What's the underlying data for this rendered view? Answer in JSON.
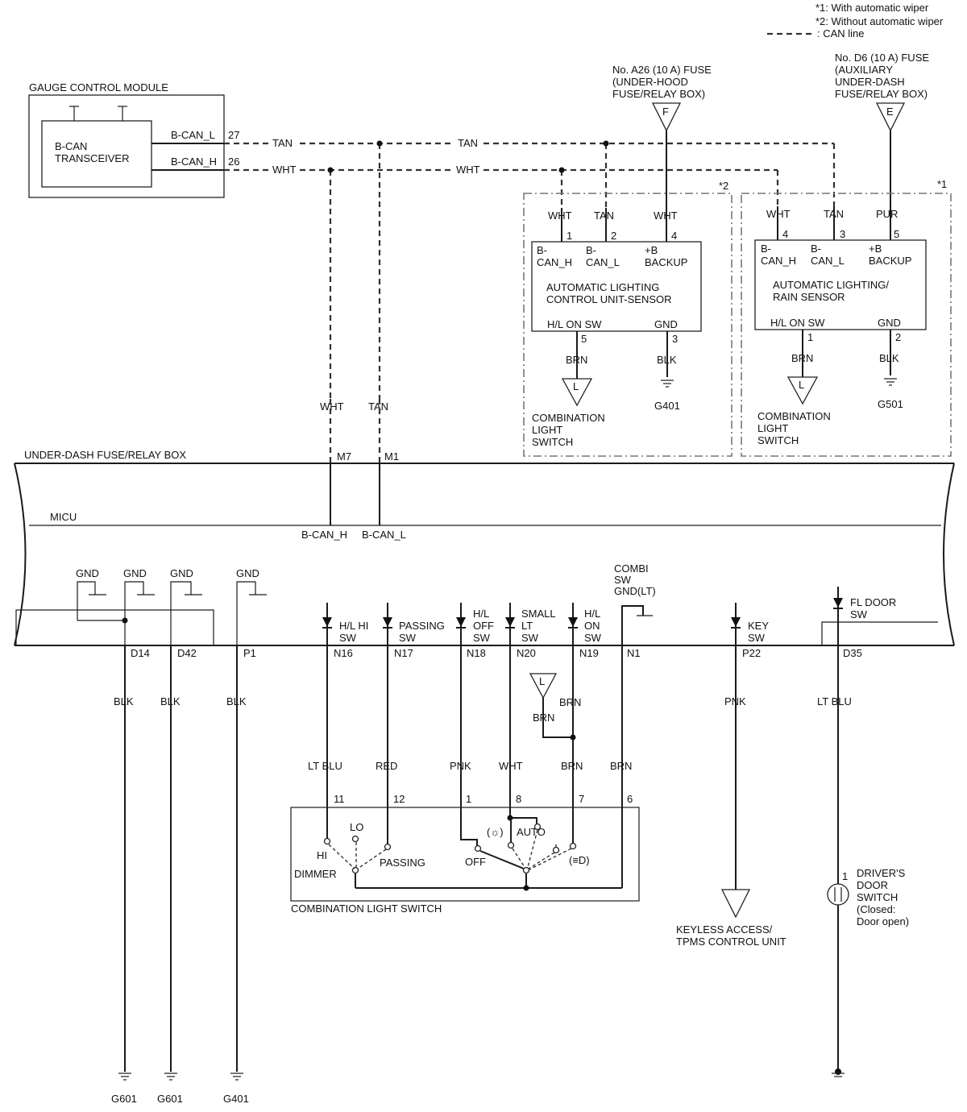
{
  "notes": {
    "n1": "*1: With automatic wiper",
    "n2": "*2: Without automatic wiper",
    "n3": ": CAN line"
  },
  "gauge": {
    "title": "GAUGE CONTROL MODULE",
    "transceiver_l1": "B-CAN",
    "transceiver_l2": "TRANSCEIVER",
    "pin_l_name": "B-CAN_L",
    "pin_l_no": "27",
    "pin_h_name": "B-CAN_H",
    "pin_h_no": "26"
  },
  "can_wires": {
    "tan": "TAN",
    "wht": "WHT"
  },
  "fuse_a26": {
    "l1": "No. A26 (10 A) FUSE",
    "l2": "(UNDER-HOOD",
    "l3": "FUSE/RELAY BOX)",
    "tag": "F"
  },
  "fuse_d6": {
    "l1": "No. D6 (10 A) FUSE",
    "l2": "(AUXILIARY",
    "l3": "UNDER-DASH",
    "l4": "FUSE/RELAY BOX)",
    "tag": "E"
  },
  "sensor2": {
    "mark": "*2",
    "w1": "WHT",
    "w2": "TAN",
    "w3": "WHT",
    "p1": "1",
    "p2": "2",
    "p3": "4",
    "pin1a": "B-",
    "pin1b": "CAN_H",
    "pin2a": "B-",
    "pin2b": "CAN_L",
    "pin3a": "+B",
    "pin3b": "BACKUP",
    "name1": "AUTOMATIC LIGHTING",
    "name2": "CONTROL UNIT-SENSOR",
    "sw": "H/L ON SW",
    "gnd": "GND",
    "p5": "5",
    "p6": "3",
    "w5": "BRN",
    "w6": "BLK",
    "tag": "L",
    "dest1": "COMBINATION",
    "dest2": "LIGHT",
    "dest3": "SWITCH",
    "ground": "G401"
  },
  "sensor1": {
    "mark": "*1",
    "w1": "WHT",
    "w2": "TAN",
    "w3": "PUR",
    "p1": "4",
    "p2": "3",
    "p3": "5",
    "pin1a": "B-",
    "pin1b": "CAN_H",
    "pin2a": "B-",
    "pin2b": "CAN_L",
    "pin3a": "+B",
    "pin3b": "BACKUP",
    "name1": "AUTOMATIC LIGHTING/",
    "name2": "RAIN SENSOR",
    "sw": "H/L ON SW",
    "gnd": "GND",
    "p5": "1",
    "p6": "2",
    "w5": "BRN",
    "w6": "BLK",
    "tag": "L",
    "dest1": "COMBINATION",
    "dest2": "LIGHT",
    "dest3": "SWITCH",
    "ground": "G501"
  },
  "micu_in": {
    "wht": "WHT",
    "tan": "TAN",
    "m7": "M7",
    "m1": "M1",
    "bcan_h": "B-CAN_H",
    "bcan_l": "B-CAN_L"
  },
  "fusebox": {
    "title": "UNDER-DASH FUSE/RELAY BOX",
    "micu": "MICU"
  },
  "grounds": {
    "gnd": "GND",
    "d14": "D14",
    "d42": "D42",
    "p1": "P1",
    "blk": "BLK",
    "g601a": "G601",
    "g601b": "G601",
    "g401": "G401"
  },
  "inputs": {
    "hlhi_a": "H/L HI",
    "hlhi_b": "SW",
    "n16": "N16",
    "pass_a": "PASSING",
    "pass_b": "SW",
    "n17": "N17",
    "hloff_a": "H/L",
    "hloff_b": "OFF",
    "hloff_c": "SW",
    "n18": "N18",
    "small_a": "SMALL",
    "small_b": "LT",
    "small_c": "SW",
    "n20": "N20",
    "hlon_a": "H/L",
    "hlon_b": "ON",
    "hlon_c": "SW",
    "n19": "N19",
    "combi_a": "COMBI",
    "combi_b": "SW",
    "combi_c": "GND(LT)",
    "n1": "N1",
    "key_a": "KEY",
    "key_b": "SW",
    "p22": "P22",
    "fl_a": "FL DOOR",
    "fl_b": "SW",
    "d35": "D35"
  },
  "harness": {
    "tag": "L",
    "brn": "BRN",
    "c11": "LT BLU",
    "c12": "RED",
    "c1": "PNK",
    "c8": "WHT",
    "c7": "BRN",
    "c6": "BRN",
    "p11": "11",
    "p12": "12",
    "p1": "1",
    "p8": "8",
    "p7": "7",
    "p6": "6",
    "key_color": "PNK",
    "door_color": "LT BLU"
  },
  "combo_switch": {
    "lo": "LO",
    "hi": "HI",
    "dimmer": "DIMMER",
    "passing": "PASSING",
    "auto": "AUTO",
    "off": "OFF",
    "title": "COMBINATION LIGHT SWITCH",
    "small_sym": "(☼)",
    "head_sym": "(≡D)"
  },
  "keyless": {
    "l1": "KEYLESS ACCESS/",
    "l2": "TPMS CONTROL UNIT"
  },
  "door": {
    "pin": "1",
    "l1": "DRIVER'S",
    "l2": "DOOR",
    "l3": "SWITCH",
    "l4": "(Closed:",
    "l5": "Door open)"
  }
}
